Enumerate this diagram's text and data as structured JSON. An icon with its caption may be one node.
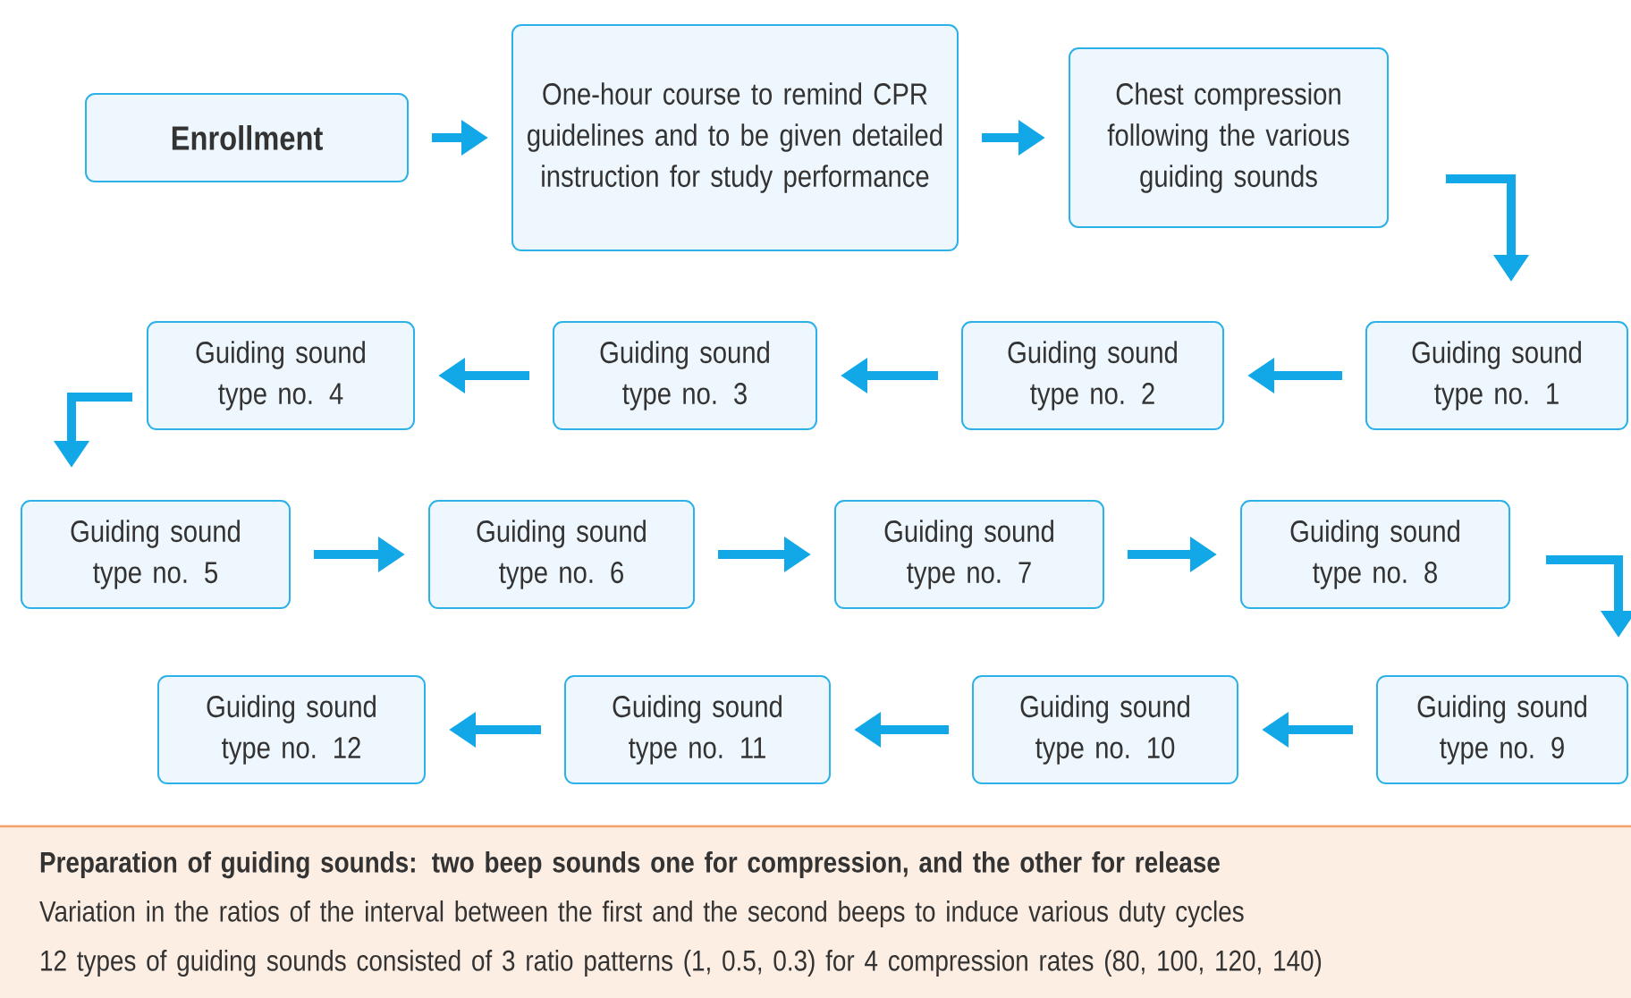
{
  "diagram": {
    "nodes": [
      {
        "text": [
          "Enrollment"
        ]
      },
      {
        "text": [
          "One-hour course to remind CPR guidelines and to be given detailed instruction for study performance"
        ]
      },
      {
        "text": [
          "Chest compression following the various guiding sounds"
        ]
      },
      {
        "text": [
          "Guiding sound type no. 1"
        ]
      },
      {
        "text": [
          "Guiding sound type no. 2"
        ]
      },
      {
        "text": [
          "Guiding sound type no. 3"
        ]
      },
      {
        "text": [
          "Guiding sound type no. 4"
        ]
      },
      {
        "text": [
          "Guiding sound type no. 5"
        ]
      },
      {
        "text": [
          "Guiding sound type no. 6"
        ]
      },
      {
        "text": [
          "Guiding sound type no. 7"
        ]
      },
      {
        "text": [
          "Guiding sound type no. 8"
        ]
      },
      {
        "text": [
          "Guiding sound type no. 9"
        ]
      },
      {
        "text": [
          "Guiding sound type no. 10"
        ]
      },
      {
        "text": [
          "Guiding sound type no. 11"
        ]
      },
      {
        "text": [
          "Guiding sound type no. 12"
        ]
      },
      {
        "text": [
          "Preparation of guiding sounds: two beep sounds one for compression, and the other for release",
          "Variation in the ratios of the interval between the first and the second beeps to induce various duty cycles",
          "12 types of guiding sounds consisted of 3 ratio patterns (1, 0.5, 0.3) for 4 compression rates (80, 100, 120, 140)"
        ]
      }
    ],
    "edges": [
      {
        "from": 0,
        "to": 1,
        "arrow": "to"
      },
      {
        "from": 1,
        "to": 2,
        "arrow": "to"
      },
      {
        "from": 2,
        "to": 3,
        "arrow": "to"
      },
      {
        "from": 3,
        "to": 4,
        "arrow": "to"
      },
      {
        "from": 4,
        "to": 5,
        "arrow": "to"
      },
      {
        "from": 5,
        "to": 6,
        "arrow": "to"
      },
      {
        "from": 6,
        "to": 7,
        "arrow": "to"
      },
      {
        "from": 7,
        "to": 8,
        "arrow": "to"
      },
      {
        "from": 8,
        "to": 9,
        "arrow": "to"
      },
      {
        "from": 9,
        "to": 10,
        "arrow": "to"
      },
      {
        "from": 10,
        "to": 11,
        "arrow": "to"
      },
      {
        "from": 11,
        "to": 12,
        "arrow": "to"
      },
      {
        "from": 12,
        "to": 13,
        "arrow": "to"
      },
      {
        "from": 13,
        "to": 14,
        "arrow": "to"
      }
    ]
  }
}
